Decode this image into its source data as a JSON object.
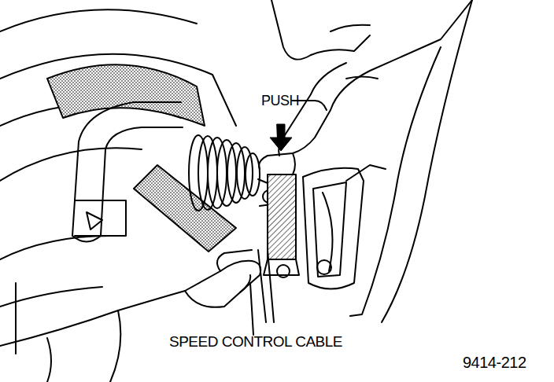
{
  "diagram": {
    "labels": [
      "PUSH",
      "SPEED CONTROL CABLE",
      "9414-212"
    ]
  }
}
